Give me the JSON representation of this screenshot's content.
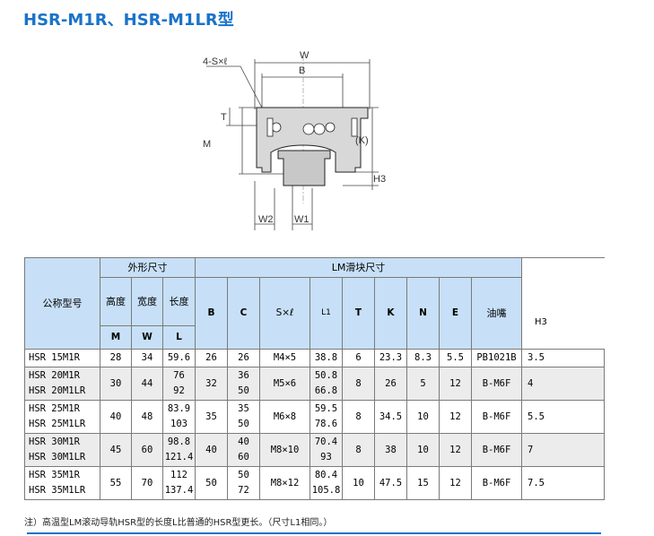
{
  "title": "HSR-M1R、HSR-M1LR型",
  "drawing": {
    "labels": {
      "hole": "4-S×ℓ",
      "W": "W",
      "B": "B",
      "T": "T",
      "M": "M",
      "K": "(K)",
      "H3": "H3",
      "W2": "W2",
      "W1": "W1"
    }
  },
  "table": {
    "header": {
      "model": "公称型号",
      "outer": "外形尺寸",
      "block": "LM滑块尺寸",
      "height": "高度",
      "width": "宽度",
      "length": "长度",
      "nipple": "油嘴",
      "sym_M": "M",
      "sym_W": "W",
      "sym_L": "L",
      "sym_B": "B",
      "sym_C": "C",
      "sym_S": "S×ℓ",
      "sym_L1": "L1",
      "sym_T": "T",
      "sym_K": "K",
      "sym_N": "N",
      "sym_E": "E",
      "sym_H3": "H3"
    },
    "rows": [
      {
        "model": [
          "HSR 15M1R"
        ],
        "M": "28",
        "W": "34",
        "L": [
          "59.6"
        ],
        "B": "26",
        "C": [
          "26"
        ],
        "S": "M4×5",
        "L1": [
          "38.8"
        ],
        "T": "6",
        "K": "23.3",
        "N": "8.3",
        "E": "5.5",
        "nipple": "PB1021B",
        "H3": "3.5"
      },
      {
        "model": [
          "HSR 20M1R",
          "HSR 20M1LR"
        ],
        "M": "30",
        "W": "44",
        "L": [
          "76",
          "92"
        ],
        "B": "32",
        "C": [
          "36",
          "50"
        ],
        "S": "M5×6",
        "L1": [
          "50.8",
          "66.8"
        ],
        "T": "8",
        "K": "26",
        "N": "5",
        "E": "12",
        "nipple": "B-M6F",
        "H3": "4"
      },
      {
        "model": [
          "HSR 25M1R",
          "HSR 25M1LR"
        ],
        "M": "40",
        "W": "48",
        "L": [
          "83.9",
          "103"
        ],
        "B": "35",
        "C": [
          "35",
          "50"
        ],
        "S": "M6×8",
        "L1": [
          "59.5",
          "78.6"
        ],
        "T": "8",
        "K": "34.5",
        "N": "10",
        "E": "12",
        "nipple": "B-M6F",
        "H3": "5.5"
      },
      {
        "model": [
          "HSR 30M1R",
          "HSR 30M1LR"
        ],
        "M": "45",
        "W": "60",
        "L": [
          "98.8",
          "121.4"
        ],
        "B": "40",
        "C": [
          "40",
          "60"
        ],
        "S": "M8×10",
        "L1": [
          "70.4",
          "93"
        ],
        "T": "8",
        "K": "38",
        "N": "10",
        "E": "12",
        "nipple": "B-M6F",
        "H3": "7"
      },
      {
        "model": [
          "HSR 35M1R",
          "HSR 35M1LR"
        ],
        "M": "55",
        "W": "70",
        "L": [
          "112",
          "137.4"
        ],
        "B": "50",
        "C": [
          "50",
          "72"
        ],
        "S": "M8×12",
        "L1": [
          "80.4",
          "105.8"
        ],
        "T": "10",
        "K": "47.5",
        "N": "15",
        "E": "12",
        "nipple": "B-M6F",
        "H3": "7.5"
      }
    ]
  },
  "footnote": "注）高温型LM滚动导轨HSR型的长度L比普通的HSR型更长。（尺寸L1相同。）"
}
